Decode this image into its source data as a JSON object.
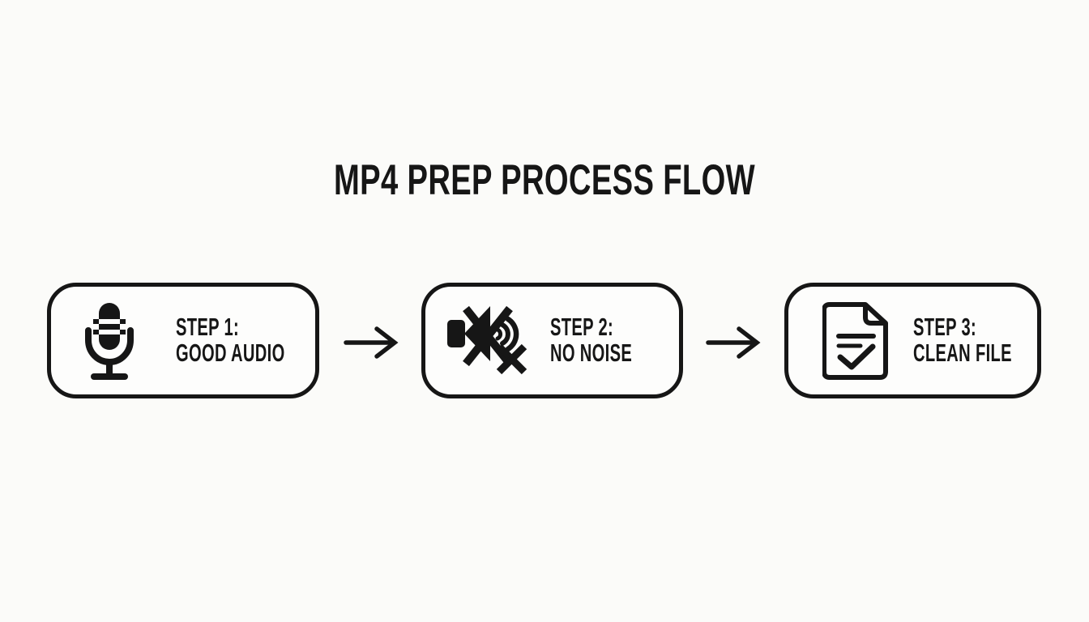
{
  "colors": {
    "background": "#fbfbf9",
    "ink": "#161616"
  },
  "title": "MP4 PREP PROCESS FLOW",
  "flow": {
    "connector_icon": "arrow-right-icon",
    "steps": [
      {
        "icon": "microphone-icon",
        "line1": "STEP 1:",
        "line2": "GOOD AUDIO"
      },
      {
        "icon": "muted-speaker-icon",
        "line1": "STEP 2:",
        "line2": "NO NOISE"
      },
      {
        "icon": "document-check-icon",
        "line1": "STEP 3:",
        "line2": "CLEAN FILE"
      }
    ]
  }
}
